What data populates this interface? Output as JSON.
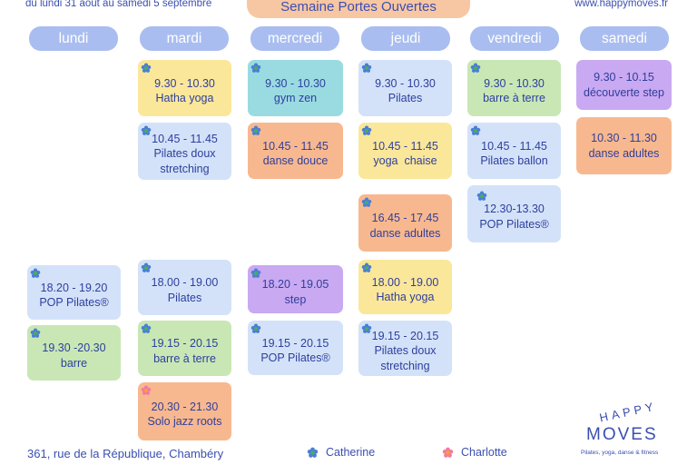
{
  "header": {
    "dates": "du lundi 31 août au samedi 5 septembre",
    "banner": "Semaine Portes Ouvertes",
    "url": "www.happymoves.fr"
  },
  "days": [
    "lundi",
    "mardi",
    "mercredi",
    "jeudi",
    "vendredi",
    "samedi"
  ],
  "colors": {
    "yellow": "#fbe79a",
    "blue": "#d3e2f9",
    "teal": "#9adbe2",
    "orange": "#f8b88f",
    "green": "#c8e7b5",
    "purple": "#c9a9f2",
    "day_header": "#a9bdf0",
    "banner": "#f7c7a3"
  },
  "classes": {
    "mardi_1": {
      "time": "9.30 - 10.30",
      "name": "Hatha yoga"
    },
    "mardi_2": {
      "time": "10.45 - 11.45",
      "name": "Pilates doux stretching"
    },
    "mardi_3": {
      "time": "18.00 - 19.00",
      "name": "Pilates"
    },
    "mardi_4": {
      "time": "19.15 - 20.15",
      "name": "barre à terre"
    },
    "mardi_5": {
      "time": "20.30 - 21.30",
      "name": "Solo jazz roots"
    },
    "mercredi_1": {
      "time": "9.30 - 10.30",
      "name": "gym zen"
    },
    "mercredi_2": {
      "time": "10.45 - 11.45",
      "name": "danse douce"
    },
    "mercredi_3": {
      "time": "18.20 - 19.05",
      "name": "step"
    },
    "mercredi_4": {
      "time": "19.15 - 20.15",
      "name": "POP Pilates®"
    },
    "jeudi_1": {
      "time": "9.30 - 10.30",
      "name": "Pilates"
    },
    "jeudi_2": {
      "time": "10.45 - 11.45",
      "name": "yoga  chaise"
    },
    "jeudi_3": {
      "time": "16.45 - 17.45",
      "name": "danse adultes"
    },
    "jeudi_4": {
      "time": "18.00 - 19.00",
      "name": "Hatha yoga"
    },
    "jeudi_5": {
      "time": "19.15 - 20.15",
      "name": "Pilates doux stretching"
    },
    "vendredi_1": {
      "time": "9.30 - 10.30",
      "name": "barre à terre"
    },
    "vendredi_2": {
      "time": "10.45 - 11.45",
      "name": "Pilates ballon"
    },
    "vendredi_3": {
      "time": "12.30-13.30",
      "name": "POP Pilates®"
    },
    "samedi_1": {
      "time": "9.30 - 10.15",
      "name": "découverte step"
    },
    "samedi_2": {
      "time": "10.30 - 11.30",
      "name": "danse adultes"
    },
    "lundi_1": {
      "time": "18.20 - 19.20",
      "name": "POP Pilates®"
    },
    "lundi_2": {
      "time": "19.30 -20.30",
      "name": "barre"
    }
  },
  "footer": {
    "address": "361, rue de la République, Chambéry",
    "legend_catherine": "Catherine",
    "legend_charlotte": "Charlotte"
  },
  "logo": {
    "happy": "HAPPY",
    "moves": "MOVES",
    "tagline": "Pilates, yoga, danse & fitness"
  },
  "icons": {
    "catherine": "blue-flower-icon",
    "charlotte": "pink-flower-icon"
  }
}
